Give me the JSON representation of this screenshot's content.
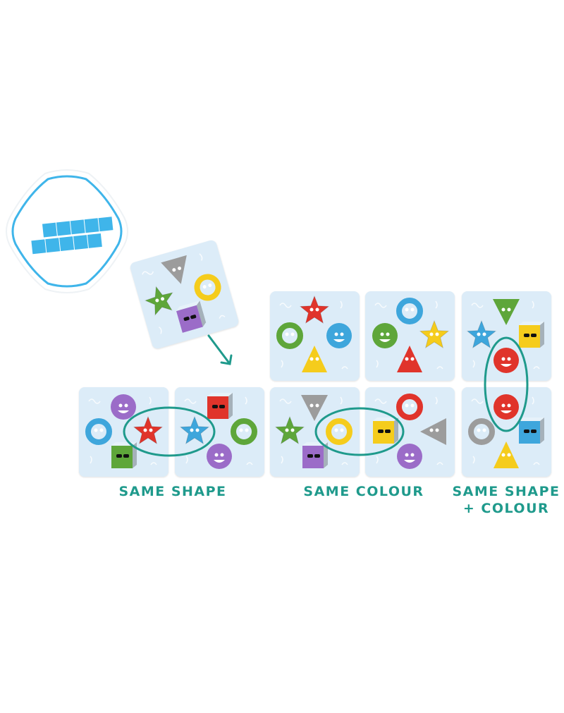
{
  "colors": {
    "card_bg": "#dcecf8",
    "teal": "#1f9a8c",
    "hex_blue": "#3fb5ea",
    "red": "#e0342b",
    "green": "#5ea63a",
    "blue": "#3ea6dc",
    "yellow": "#f5cc1c",
    "purple": "#9b6cc8",
    "gray": "#9c9c9c"
  },
  "hex_card": {
    "icon": "ten-frame-icon",
    "squares": 10
  },
  "tilted_card": {
    "items": [
      {
        "shape": "triangle-down",
        "color": "gray"
      },
      {
        "shape": "star",
        "color": "green"
      },
      {
        "shape": "ring",
        "color": "yellow"
      },
      {
        "shape": "cube",
        "color": "purple"
      }
    ]
  },
  "top_row": [
    {
      "items": [
        {
          "shape": "star",
          "color": "red"
        },
        {
          "shape": "ring",
          "color": "green"
        },
        {
          "shape": "circle",
          "color": "blue"
        },
        {
          "shape": "triangle",
          "color": "yellow"
        }
      ]
    },
    {
      "items": [
        {
          "shape": "ring",
          "color": "blue"
        },
        {
          "shape": "circle",
          "color": "green"
        },
        {
          "shape": "star",
          "color": "yellow"
        },
        {
          "shape": "triangle",
          "color": "red"
        }
      ]
    },
    {
      "items": [
        {
          "shape": "triangle-down",
          "color": "green"
        },
        {
          "shape": "star",
          "color": "blue"
        },
        {
          "shape": "cube",
          "color": "yellow"
        },
        {
          "shape": "circle",
          "color": "red"
        }
      ]
    }
  ],
  "bottom_row": [
    {
      "items": [
        {
          "shape": "circle",
          "color": "purple"
        },
        {
          "shape": "ring",
          "color": "blue"
        },
        {
          "shape": "star",
          "color": "red"
        },
        {
          "shape": "cube",
          "color": "green"
        }
      ]
    },
    {
      "items": [
        {
          "shape": "cube",
          "color": "red"
        },
        {
          "shape": "star",
          "color": "blue"
        },
        {
          "shape": "ring",
          "color": "green"
        },
        {
          "shape": "circle",
          "color": "purple"
        }
      ]
    },
    {
      "items": [
        {
          "shape": "triangle-down",
          "color": "gray"
        },
        {
          "shape": "star",
          "color": "green"
        },
        {
          "shape": "ring",
          "color": "yellow"
        },
        {
          "shape": "cube",
          "color": "purple"
        }
      ]
    },
    {
      "items": [
        {
          "shape": "ring",
          "color": "red"
        },
        {
          "shape": "cube",
          "color": "yellow"
        },
        {
          "shape": "triangle-left",
          "color": "gray"
        },
        {
          "shape": "circle",
          "color": "purple"
        }
      ]
    },
    {
      "items": [
        {
          "shape": "circle",
          "color": "red"
        },
        {
          "shape": "ring",
          "color": "gray"
        },
        {
          "shape": "cube",
          "color": "blue"
        },
        {
          "shape": "triangle",
          "color": "yellow"
        }
      ]
    }
  ],
  "labels": {
    "same_shape": "SAME SHAPE",
    "same_colour": "SAME COLOUR",
    "same_both_line1": "SAME SHAPE",
    "same_both_line2": "+ COLOUR"
  }
}
